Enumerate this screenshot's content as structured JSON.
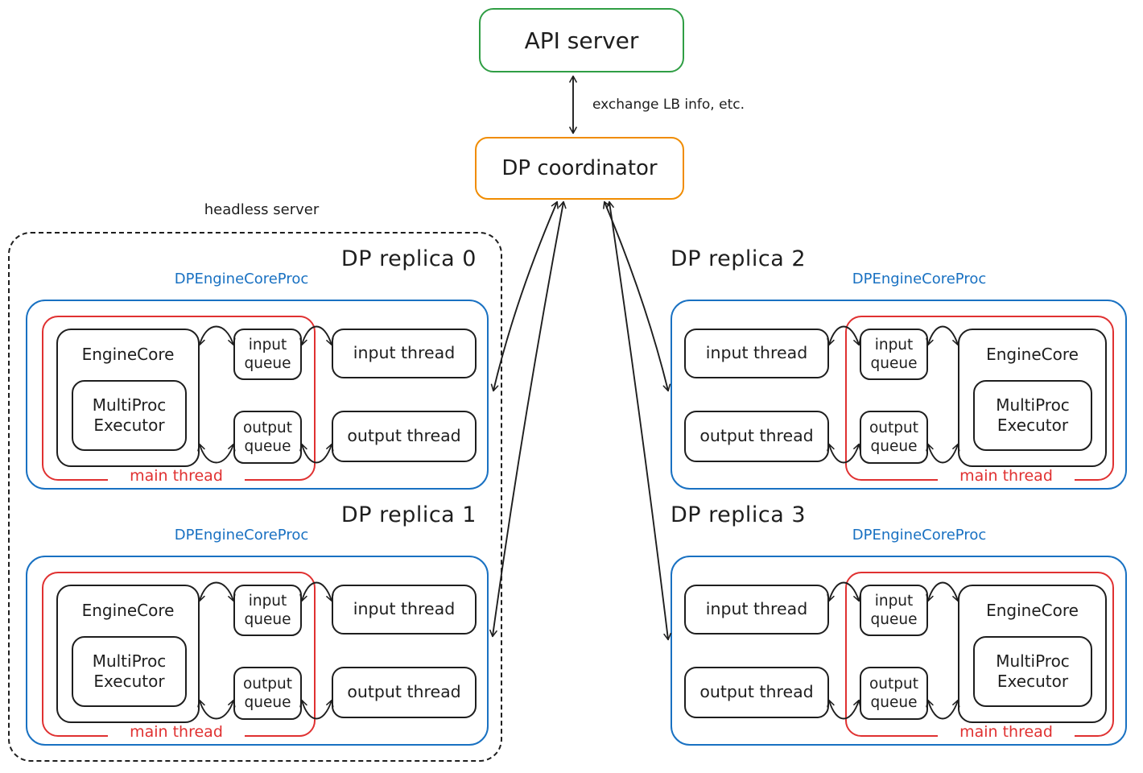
{
  "header": {
    "api_server_label": "API server",
    "coordinator_label": "DP coordinator",
    "exchange_arrow_label": "exchange LB info, etc.",
    "headless_server_label": "headless server"
  },
  "labels": {
    "proc": "DPEngineCoreProc",
    "engine_core": "EngineCore",
    "multiproc": "MultiProc",
    "executor": "Executor",
    "input": "input",
    "output": "output",
    "queue": "queue",
    "input_thread": "input thread",
    "output_thread": "output thread",
    "main_thread": "main thread"
  },
  "replicas": [
    {
      "title": "DP replica 0"
    },
    {
      "title": "DP replica 1"
    },
    {
      "title": "DP replica 2"
    },
    {
      "title": "DP replica 3"
    }
  ],
  "colors": {
    "api_green": "#2f9e44",
    "coordinator_orange": "#f08c00",
    "proc_blue": "#1971c2",
    "main_thread_red": "#e03131",
    "ink": "#1e1e1e"
  }
}
